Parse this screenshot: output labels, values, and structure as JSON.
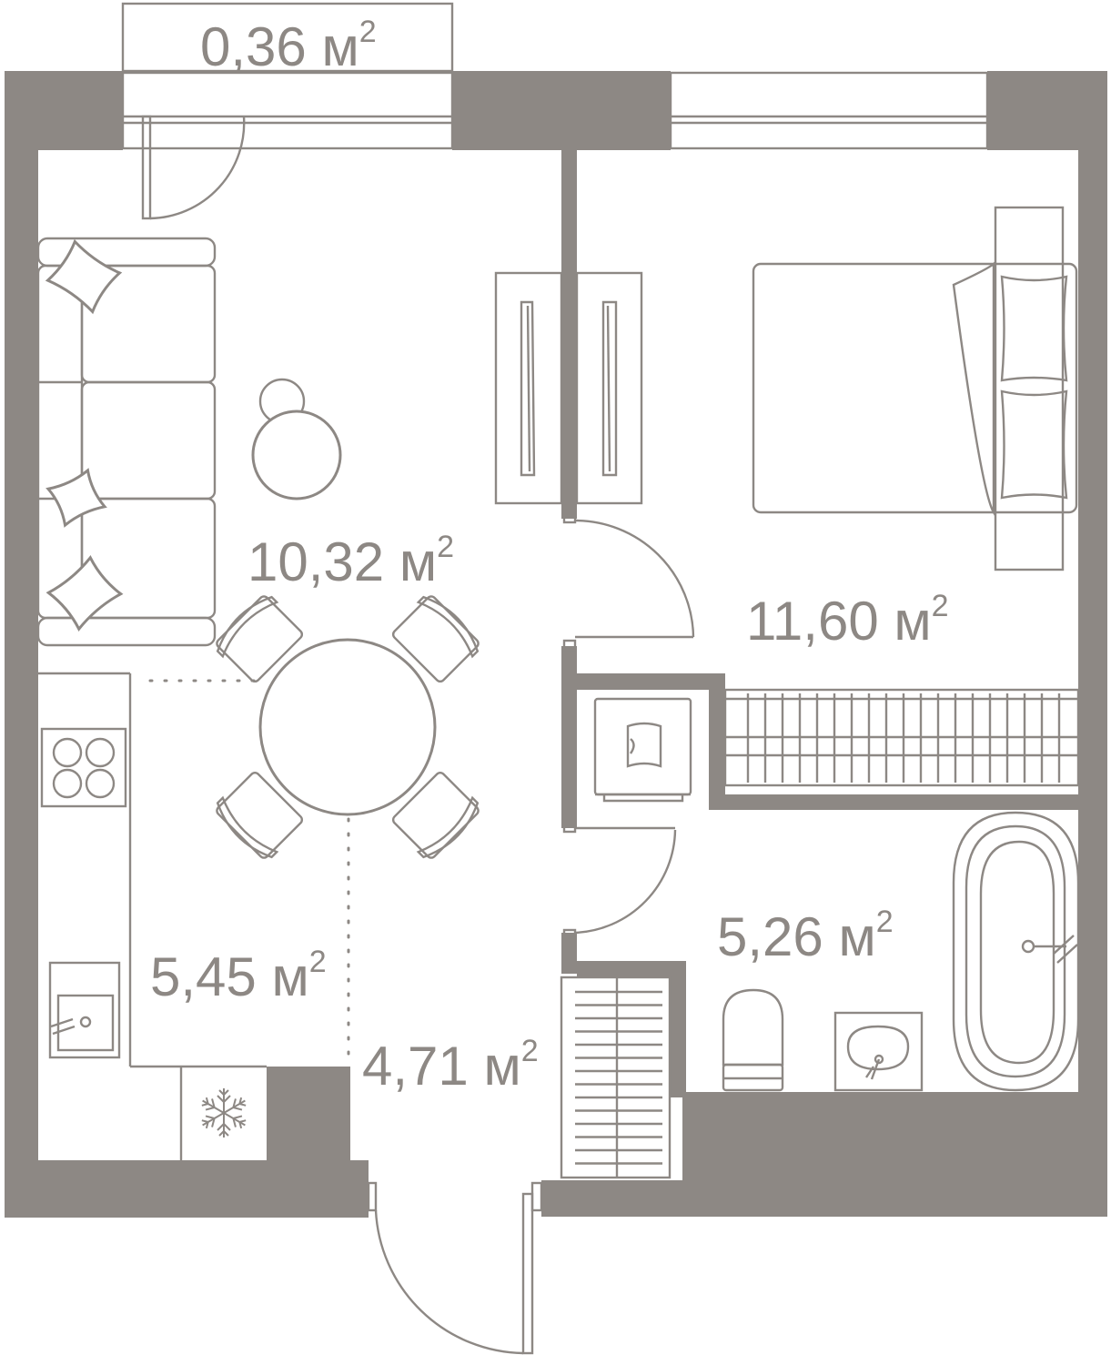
{
  "floor_plan": {
    "colors": {
      "walls": "#8d8884",
      "lines": "#8d8884",
      "background": "#ffffff"
    },
    "rooms": [
      {
        "id": "balcony",
        "area": "0,36 м",
        "unit_sup": "2"
      },
      {
        "id": "living-room",
        "area": "10,32 м",
        "unit_sup": "2"
      },
      {
        "id": "bedroom",
        "area": "11,60 м",
        "unit_sup": "2"
      },
      {
        "id": "bathroom",
        "area": "5,26 м",
        "unit_sup": "2"
      },
      {
        "id": "kitchen",
        "area": "5,45 м",
        "unit_sup": "2"
      },
      {
        "id": "hallway",
        "area": "4,71 м",
        "unit_sup": "2"
      }
    ],
    "icons": [
      "snowflake-icon",
      "sofa",
      "armchair",
      "dining-table",
      "chairs",
      "bed",
      "wardrobe",
      "washing-machine",
      "bathtub",
      "toilet",
      "sink",
      "cooktop",
      "kitchen-sink"
    ]
  }
}
